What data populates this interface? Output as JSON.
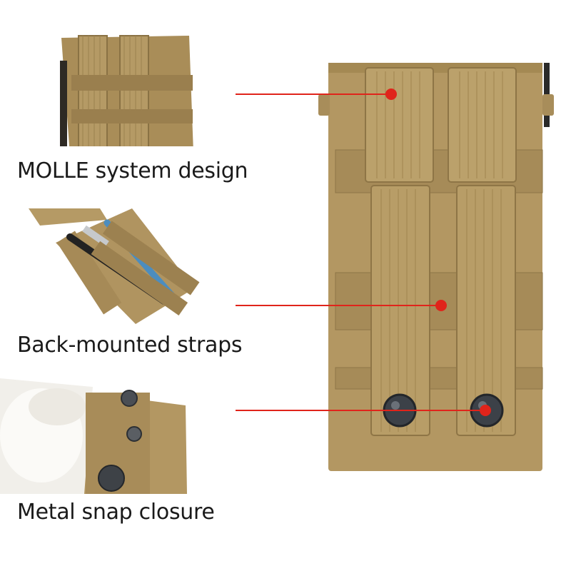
{
  "features": [
    {
      "id": "molle",
      "label": "MOLLE system design",
      "icon": "molle-webbing-photo"
    },
    {
      "id": "straps",
      "label": "Back-mounted straps",
      "icon": "strap-with-pens-photo"
    },
    {
      "id": "snap",
      "label": "Metal snap closure",
      "icon": "snap-button-photo"
    }
  ],
  "colors": {
    "callout": "#e0241b",
    "fabric": "#b39762",
    "fabric_dark": "#8e7546",
    "fabric_light": "#c6ab74",
    "snap": "#3c4148"
  }
}
